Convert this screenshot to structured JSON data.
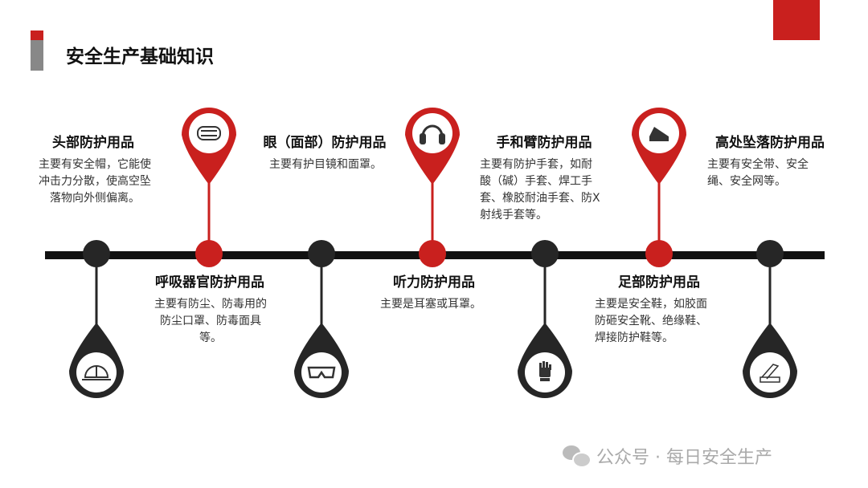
{
  "title": "安全生产基础知识",
  "colors": {
    "accent": "#c9201e",
    "dark": "#262626",
    "bar_gray": "#888888"
  },
  "items": [
    {
      "heading": "头部防护用品",
      "body": "主要有安全帽，它能使冲击力分散，使高空坠落物向外侧偏离。",
      "icon": "hard-hat-icon"
    },
    {
      "heading": "呼吸器官防护用品",
      "body": "主要有防尘、防毒用的防尘口罩、防毒面具等。",
      "icon": "face-mask-icon"
    },
    {
      "heading": "眼（面部）防护用品",
      "body": "主要有护目镜和面罩。",
      "icon": "goggles-icon"
    },
    {
      "heading": "听力防护用品",
      "body": "主要是耳塞或耳罩。",
      "icon": "earmuffs-icon"
    },
    {
      "heading": "手和臂防护用品",
      "body": "主要有防护手套，如耐酸（碱）手套、焊工手套、橡胶耐油手套、防X射线手套等。",
      "icon": "glove-icon"
    },
    {
      "heading": "足部防护用品",
      "body": "主要是安全鞋，如胶面防砸安全靴、绝缘鞋、焊接防护鞋等。",
      "icon": "safety-shoes-icon"
    },
    {
      "heading": "高处坠落防护用品",
      "body": "主要有安全带、安全绳、安全网等。",
      "icon": "safety-belt-icon"
    }
  ],
  "watermark": "公众号 · 每日安全生产"
}
